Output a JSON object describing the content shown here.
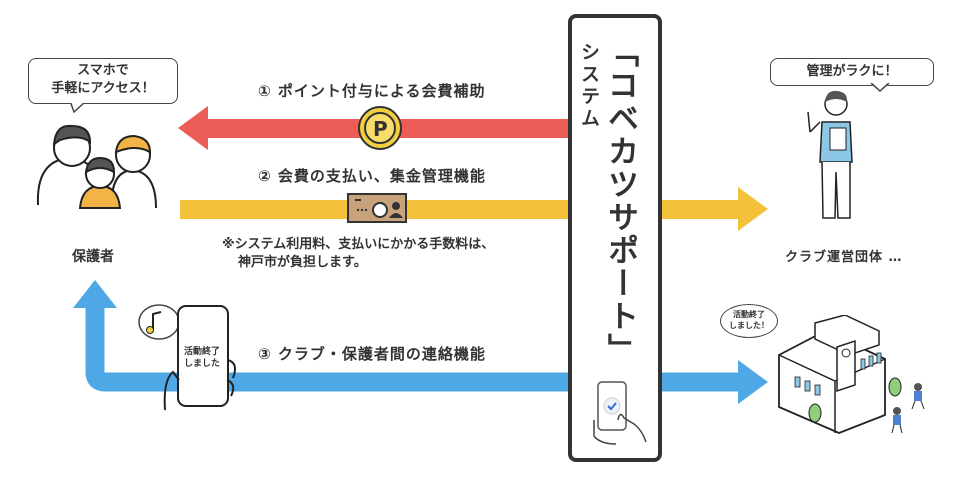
{
  "system": {
    "title": "「コベカツサポート」",
    "subtitle": "システム"
  },
  "flows": [
    {
      "label": "① ポイント付与による会費補助",
      "color": "#ec5d57",
      "direction": "to-guardians",
      "icon": "point-coin-icon",
      "coin_letter": "P"
    },
    {
      "label": "② 会費の支払い、集金管理機能",
      "color": "#f3c13a",
      "direction": "to-clubs",
      "icon": "card-icon"
    },
    {
      "label": "③ クラブ・保護者間の連絡機能",
      "color": "#4fa8e6",
      "direction": "both",
      "icon": "smartphone-icon"
    }
  ],
  "note": {
    "line1": "※システム利用料、支払いにかかる手数料は、",
    "line2": "神戸市が負担します。"
  },
  "guardians": {
    "label": "保護者",
    "bubble_line1": "スマホで",
    "bubble_line2": "手軽にアクセス！"
  },
  "clubs": {
    "label": "クラブ運営団体 …",
    "bubble": "管理がラクに！"
  },
  "phone_message": {
    "line1": "活動終了",
    "line2": "しました"
  },
  "school_bubble": {
    "line1": "活動終了",
    "line2": "しました！"
  }
}
